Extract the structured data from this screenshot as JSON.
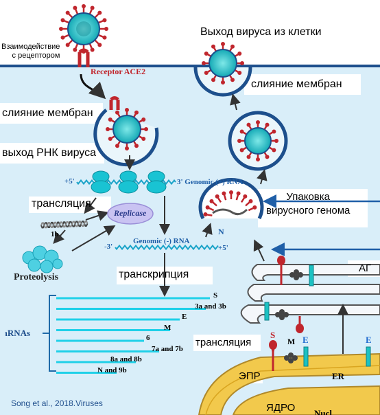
{
  "labels": {
    "receptor_interaction": "Взаимодействие\nс рецептором",
    "receptor_ace2": "Receptor ACE2",
    "virus_exit": "Выход вируса из клетки",
    "membrane_fusion_top": "слияние мембран",
    "membrane_fusion_left": "слияние мембран",
    "rna_release": "выход РНК вируса",
    "plus5": "+5'",
    "genomic_plus": "3' Genomic (+) RNA",
    "translation_1": "трансляция",
    "replicase": "Replicase",
    "one_b": "1b",
    "proteolysis": "Proteolysis",
    "minus3": "-3'",
    "genomic_minus": "Genomic (-) RNA",
    "plus5_right": "+5'",
    "n_label": "N",
    "packaging": "Упаковка\nвирусного генома",
    "transcription": "транскрипция",
    "ag": "АГ",
    "mrnas": "mRNAs",
    "translation_2": "трансляция",
    "s_protein": "S",
    "m_protein": "M",
    "e_protein_1": "E",
    "e_protein_2": "E",
    "epr": "ЭПР",
    "er": "ER",
    "nucleus": "ЯДРО",
    "nucleus_partial": "Nucl",
    "citation": "Song et al., 2018.Viruses"
  },
  "mrna_list": [
    {
      "label": "S"
    },
    {
      "label": "3a and 3b"
    },
    {
      "label": "E"
    },
    {
      "label": "M"
    },
    {
      "label": "6"
    },
    {
      "label": "7a and 7b"
    },
    {
      "label": "8a and 8b"
    },
    {
      "label": "N and 9b"
    }
  ],
  "colors": {
    "cytoplasm": "#d6ecf8",
    "membrane": "#1d4f8c",
    "virus_core": "#2ec4c4",
    "spike": "#c0262d",
    "rna_cyan": "#1fd0e8",
    "ribosome": "#18c6d6",
    "er_yellow": "#f2c94c",
    "arrow": "#333333",
    "blue_arrow": "#1f5fa8",
    "citation": "#1f4e8c"
  }
}
